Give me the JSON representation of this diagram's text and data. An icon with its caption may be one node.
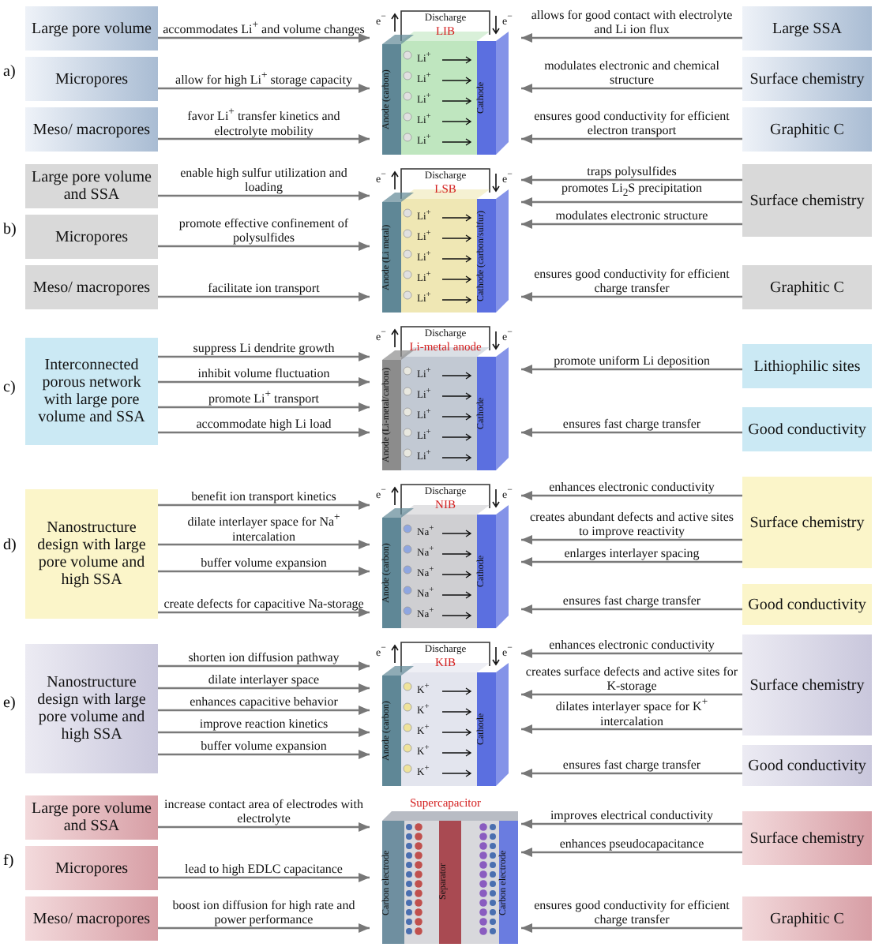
{
  "diagram": {
    "nodes": [
      {
        "text": [
          "Large pore volume"
        ]
      },
      {
        "text": [
          "Micropores"
        ]
      },
      {
        "text": [
          "Meso/ macropores"
        ]
      },
      {
        "text": [
          "LIB"
        ]
      },
      {
        "text": [
          "Large SSA"
        ]
      },
      {
        "text": [
          "Surface chemistry"
        ]
      },
      {
        "text": [
          "Graphitic C"
        ]
      },
      {
        "text": [
          "Large pore volume and SSA"
        ]
      },
      {
        "text": [
          "Micropores"
        ]
      },
      {
        "text": [
          "Meso/ macropores"
        ]
      },
      {
        "text": [
          "LSB"
        ]
      },
      {
        "text": [
          "Surface chemistry"
        ]
      },
      {
        "text": [
          "Graphitic C"
        ]
      },
      {
        "text": [
          "Interconnected porous network with large pore volume and SSA"
        ]
      },
      {
        "text": [
          "Li-metal anode"
        ]
      },
      {
        "text": [
          "Lithiophilic sites"
        ]
      },
      {
        "text": [
          "Good conductivity"
        ]
      },
      {
        "text": [
          "Nanostructure design with large pore volume and high SSA"
        ]
      },
      {
        "text": [
          "NIB"
        ]
      },
      {
        "text": [
          "Surface chemistry"
        ]
      },
      {
        "text": [
          "Good conductivity"
        ]
      },
      {
        "text": [
          "Nanostructure design with large pore volume and high SSA"
        ]
      },
      {
        "text": [
          "KIB"
        ]
      },
      {
        "text": [
          "Surface chemistry"
        ]
      },
      {
        "text": [
          "Good conductivity"
        ]
      },
      {
        "text": [
          "Large pore volume and SSA"
        ]
      },
      {
        "text": [
          "Micropores"
        ]
      },
      {
        "text": [
          "Meso/ macropores"
        ]
      },
      {
        "text": [
          "Supercapacitor"
        ]
      },
      {
        "text": [
          "Surface chemistry"
        ]
      },
      {
        "text": [
          "Graphitic C"
        ]
      }
    ],
    "edges": [
      {
        "from": 0,
        "to": 3,
        "arrow": "to",
        "label": "accommodates Li$^{+}$ and volume changes"
      },
      {
        "from": 1,
        "to": 3,
        "arrow": "to",
        "label": "allow for high Li$^{+}$ storage capacity"
      },
      {
        "from": 2,
        "to": 3,
        "arrow": "to",
        "label": "favor Li$^{+}$ transfer kinetics and electrolyte mobility"
      },
      {
        "from": 4,
        "to": 3,
        "arrow": "to",
        "label": "allows for good contact with electrolyte and Li ion flux"
      },
      {
        "from": 5,
        "to": 3,
        "arrow": "to",
        "label": "modulates electronic and chemical structure"
      },
      {
        "from": 6,
        "to": 3,
        "arrow": "to",
        "label": "ensures good conductivity for efficient electron transport"
      },
      {
        "from": 7,
        "to": 10,
        "arrow": "to",
        "label": "enable high sulfur utilization and loading"
      },
      {
        "from": 8,
        "to": 10,
        "arrow": "to",
        "label": "promote effective confinement of polysulfides"
      },
      {
        "from": 9,
        "to": 10,
        "arrow": "to",
        "label": "facilitate ion transport"
      },
      {
        "from": 11,
        "to": 10,
        "arrow": "to",
        "label": "traps polysulfides"
      },
      {
        "from": 11,
        "to": 10,
        "arrow": "to",
        "label": "promotes Li$_{2}$S precipitation"
      },
      {
        "from": 11,
        "to": 10,
        "arrow": "to",
        "label": "modulates electronic structure"
      },
      {
        "from": 12,
        "to": 10,
        "arrow": "to",
        "label": "ensures good conductivity for efficient charge transfer"
      },
      {
        "from": 13,
        "to": 14,
        "arrow": "to",
        "label": "suppress Li dendrite growth"
      },
      {
        "from": 13,
        "to": 14,
        "arrow": "to",
        "label": "inhibit volume fluctuation"
      },
      {
        "from": 13,
        "to": 14,
        "arrow": "to",
        "label": "promote Li$^{+}$ transport"
      },
      {
        "from": 13,
        "to": 14,
        "arrow": "to",
        "label": "accommodate high Li load"
      },
      {
        "from": 15,
        "to": 14,
        "arrow": "to",
        "label": "promote uniform Li deposition"
      },
      {
        "from": 16,
        "to": 14,
        "arrow": "to",
        "label": "ensures fast charge transfer"
      },
      {
        "from": 17,
        "to": 18,
        "arrow": "to",
        "label": "benefit ion transport kinetics"
      },
      {
        "from": 17,
        "to": 18,
        "arrow": "to",
        "label": "dilate interlayer space for Na$^{+}$ intercalation"
      },
      {
        "from": 17,
        "to": 18,
        "arrow": "to",
        "label": "buffer volume expansion"
      },
      {
        "from": 17,
        "to": 18,
        "arrow": "to",
        "label": "create defects for capacitive Na-storage"
      },
      {
        "from": 19,
        "to": 18,
        "arrow": "to",
        "label": "enhances electronic conductivity"
      },
      {
        "from": 19,
        "to": 18,
        "arrow": "to",
        "label": "creates abundant defects and active sites to improve reactivity"
      },
      {
        "from": 19,
        "to": 18,
        "arrow": "to",
        "label": "enlarges interlayer spacing"
      },
      {
        "from": 20,
        "to": 18,
        "arrow": "to",
        "label": "ensures fast charge transfer"
      },
      {
        "from": 21,
        "to": 22,
        "arrow": "to",
        "label": "shorten ion diffusion pathway"
      },
      {
        "from": 21,
        "to": 22,
        "arrow": "to",
        "label": "dilate interlayer space"
      },
      {
        "from": 21,
        "to": 22,
        "arrow": "to",
        "label": "enhances capacitive behavior"
      },
      {
        "from": 21,
        "to": 22,
        "arrow": "to",
        "label": "improve reaction kinetics"
      },
      {
        "from": 21,
        "to": 22,
        "arrow": "to",
        "label": "buffer volume expansion"
      },
      {
        "from": 23,
        "to": 22,
        "arrow": "to",
        "label": "enhances electronic conductivity"
      },
      {
        "from": 23,
        "to": 22,
        "arrow": "to",
        "label": "creates surface defects and active sites for K-storage"
      },
      {
        "from": 23,
        "to": 22,
        "arrow": "to",
        "label": "dilates interlayer space for K$^{+}$ intercalation"
      },
      {
        "from": 24,
        "to": 22,
        "arrow": "to",
        "label": "ensures fast charge transfer"
      },
      {
        "from": 25,
        "to": 28,
        "arrow": "to",
        "label": "increase contact area of electrodes with electrolyte"
      },
      {
        "from": 26,
        "to": 28,
        "arrow": "to",
        "label": "lead to high EDLC capacitance"
      },
      {
        "from": 27,
        "to": 28,
        "arrow": "to",
        "label": "boost ion diffusion for high rate and power performance"
      },
      {
        "from": 29,
        "to": 28,
        "arrow": "to",
        "label": "improves electrical conductivity"
      },
      {
        "from": 29,
        "to": 28,
        "arrow": "to",
        "label": "enhances pseudocapacitance"
      },
      {
        "from": 30,
        "to": 28,
        "arrow": "to",
        "label": "ensures good conductivity for efficient charge transfer"
      }
    ],
    "labels": [
      "a)",
      "e$^{−}$",
      "Discharge",
      "e$^{−}$",
      "Anode (carbon)",
      "Li$^{+}$",
      "Li$^{+}$",
      "Li$^{+}$",
      "Li$^{+}$",
      "Li$^{+}$",
      "Cathode",
      "b)",
      "e$^{−}$",
      "Discharge",
      "e$^{−}$",
      "Anode (Li metal)",
      "Li$^{+}$",
      "Li$^{+}$",
      "Li$^{+}$",
      "Li$^{+}$",
      "Li$^{+}$",
      "Cathode (carbon/sulfur)",
      "c)",
      "e$^{−}$",
      "Discharge",
      "e$^{−}$",
      "Anode (Li-metal/carbon)",
      "Li$^{+}$",
      "Li$^{+}$",
      "Li$^{+}$",
      "Li$^{+}$",
      "Li$^{+}$",
      "Cathode",
      "d)",
      "e$^{−}$",
      "Discharge",
      "e$^{−}$",
      "Anode (carbon)",
      "Na$^{+}$",
      "Na$^{+}$",
      "Na$^{+}$",
      "Na$^{+}$",
      "Na$^{+}$",
      "Cathode",
      "e)",
      "e$^{−}$",
      "Discharge",
      "e$^{−}$",
      "Anode (carbon)",
      "K$^{+}$",
      "K$^{+}$",
      "K$^{+}$",
      "K$^{+}$",
      "K$^{+}$",
      "Cathode",
      "f)",
      "Carbon electrode",
      "Separator",
      "Carbon electrode"
    ]
  }
}
